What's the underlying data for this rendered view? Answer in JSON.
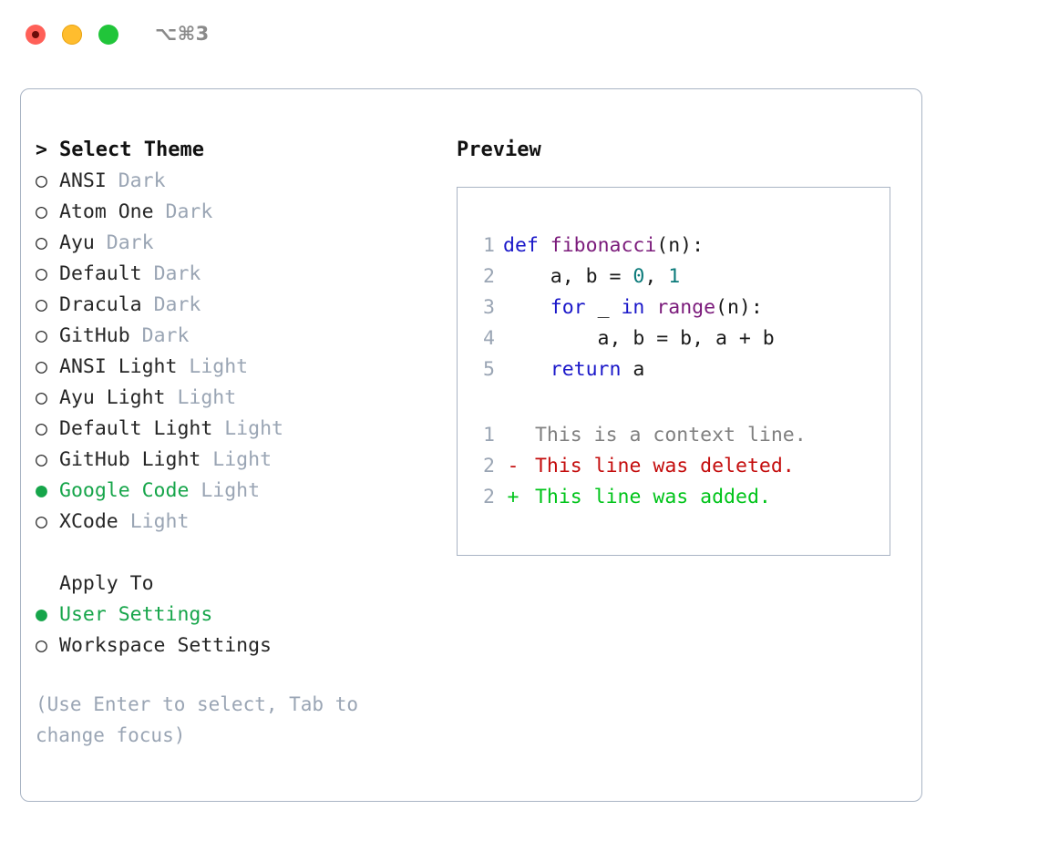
{
  "window": {
    "shortcut_label": "⌥⌘3",
    "traffic_lights": [
      "close",
      "minimize",
      "maximize"
    ]
  },
  "theme_picker": {
    "header": {
      "prefix": ">",
      "label": "Select Theme"
    },
    "bullet_selected": "●",
    "bullet_unselected": "○",
    "selected_theme": "Google Code",
    "items": [
      {
        "bullet": "○",
        "name": "ANSI",
        "tag": "Dark",
        "selected": false
      },
      {
        "bullet": "○",
        "name": "Atom One",
        "tag": "Dark",
        "selected": false
      },
      {
        "bullet": "○",
        "name": "Ayu",
        "tag": "Dark",
        "selected": false
      },
      {
        "bullet": "○",
        "name": "Default",
        "tag": "Dark",
        "selected": false
      },
      {
        "bullet": "○",
        "name": "Dracula",
        "tag": "Dark",
        "selected": false
      },
      {
        "bullet": "○",
        "name": "GitHub",
        "tag": "Dark",
        "selected": false
      },
      {
        "bullet": "○",
        "name": "ANSI Light",
        "tag": "Light",
        "selected": false
      },
      {
        "bullet": "○",
        "name": "Ayu Light",
        "tag": "Light",
        "selected": false
      },
      {
        "bullet": "○",
        "name": "Default Light",
        "tag": "Light",
        "selected": false
      },
      {
        "bullet": "○",
        "name": "GitHub Light",
        "tag": "Light",
        "selected": false
      },
      {
        "bullet": "●",
        "name": "Google Code",
        "tag": "Light",
        "selected": true
      },
      {
        "bullet": "○",
        "name": "XCode",
        "tag": "Light",
        "selected": false
      }
    ]
  },
  "apply_to": {
    "label": "Apply To",
    "selected_option": "User Settings",
    "options": [
      {
        "bullet": "●",
        "name": "User Settings",
        "selected": true
      },
      {
        "bullet": "○",
        "name": "Workspace Settings",
        "selected": false
      }
    ]
  },
  "hint": "(Use Enter to select, Tab to change focus)",
  "preview": {
    "title": "Preview",
    "code_lines": [
      {
        "number": "1",
        "tokens": [
          {
            "t": "def",
            "c": "kw"
          },
          {
            "t": " ",
            "c": "pl"
          },
          {
            "t": "fibonacci",
            "c": "fn"
          },
          {
            "t": "(n):",
            "c": "pl"
          }
        ]
      },
      {
        "number": "2",
        "tokens": [
          {
            "t": "    a, b = ",
            "c": "pl"
          },
          {
            "t": "0",
            "c": "num"
          },
          {
            "t": ", ",
            "c": "pl"
          },
          {
            "t": "1",
            "c": "num"
          }
        ]
      },
      {
        "number": "3",
        "tokens": [
          {
            "t": "    ",
            "c": "pl"
          },
          {
            "t": "for",
            "c": "kw"
          },
          {
            "t": " _ ",
            "c": "pl"
          },
          {
            "t": "in",
            "c": "kw"
          },
          {
            "t": " ",
            "c": "pl"
          },
          {
            "t": "range",
            "c": "fn"
          },
          {
            "t": "(n):",
            "c": "pl"
          }
        ]
      },
      {
        "number": "4",
        "tokens": [
          {
            "t": "        a, b = b, a + b",
            "c": "pl"
          }
        ]
      },
      {
        "number": "5",
        "tokens": [
          {
            "t": "    ",
            "c": "pl"
          },
          {
            "t": "return",
            "c": "kw"
          },
          {
            "t": " a",
            "c": "pl"
          }
        ]
      }
    ],
    "diff_lines": [
      {
        "number": "1",
        "marker": " ",
        "text": "This is a context line.",
        "kind": "dctx"
      },
      {
        "number": "2",
        "marker": "-",
        "text": "This line was deleted.",
        "kind": "ddel"
      },
      {
        "number": "2",
        "marker": "+",
        "text": "This line was added.",
        "kind": "dadd"
      }
    ]
  },
  "colors": {
    "accent_green": "#16a54a",
    "diff_added": "#00c41a",
    "diff_deleted": "#c40d0d",
    "diff_context": "#808080",
    "tag_muted": "#9aa5b4",
    "keyword_blue": "#1a17c9",
    "function_purple": "#7b1b7b",
    "number_teal": "#0b7a7a",
    "border": "#a9b4c4",
    "traffic_red": "#ff6058",
    "traffic_yellow": "#ffbd2e",
    "traffic_green": "#21c53a"
  }
}
